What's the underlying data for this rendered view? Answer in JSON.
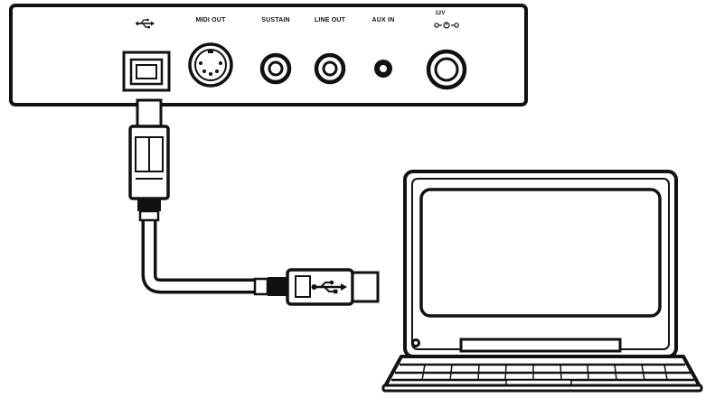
{
  "panel": {
    "ports": [
      {
        "id": "usb",
        "label": "",
        "icon": "usb-icon"
      },
      {
        "id": "midi",
        "label": "MIDI OUT"
      },
      {
        "id": "sustain",
        "label": "SUSTAIN"
      },
      {
        "id": "lineout",
        "label": "LINE OUT"
      },
      {
        "id": "auxin",
        "label": "AUX IN"
      },
      {
        "id": "power",
        "label": "12V",
        "icon": "dc-polarity-icon"
      }
    ]
  },
  "cable": {
    "icon": "usb-icon"
  },
  "colors": {
    "line": "#111111",
    "background": "#ffffff",
    "fill": "#ffffff"
  }
}
